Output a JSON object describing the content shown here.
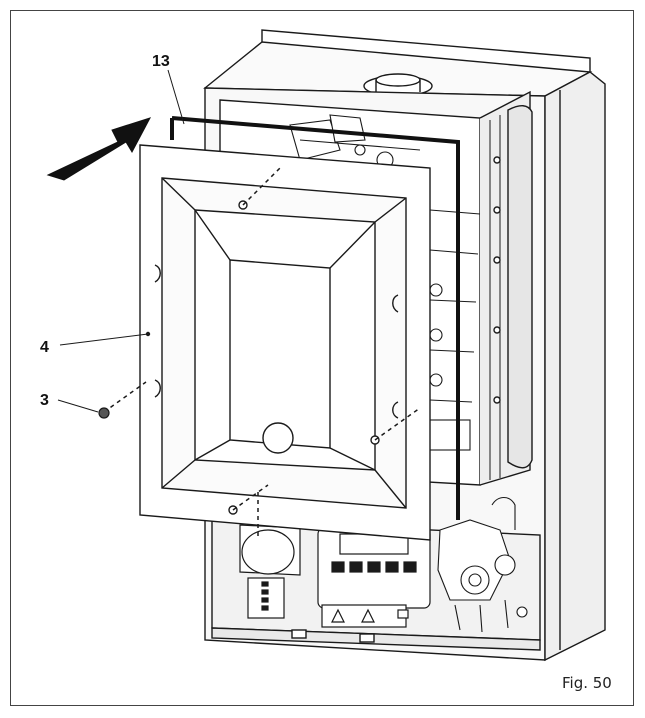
{
  "figure": {
    "caption": "Fig. 50",
    "callouts": [
      {
        "id": "13",
        "text": "13"
      },
      {
        "id": "4",
        "text": "4"
      },
      {
        "id": "3",
        "text": "3"
      }
    ]
  },
  "colors": {
    "line": "#1a1a1a",
    "panel_fill": "#ffffff",
    "housing_fill": "#f4f4f4",
    "arrow": "#111111"
  }
}
